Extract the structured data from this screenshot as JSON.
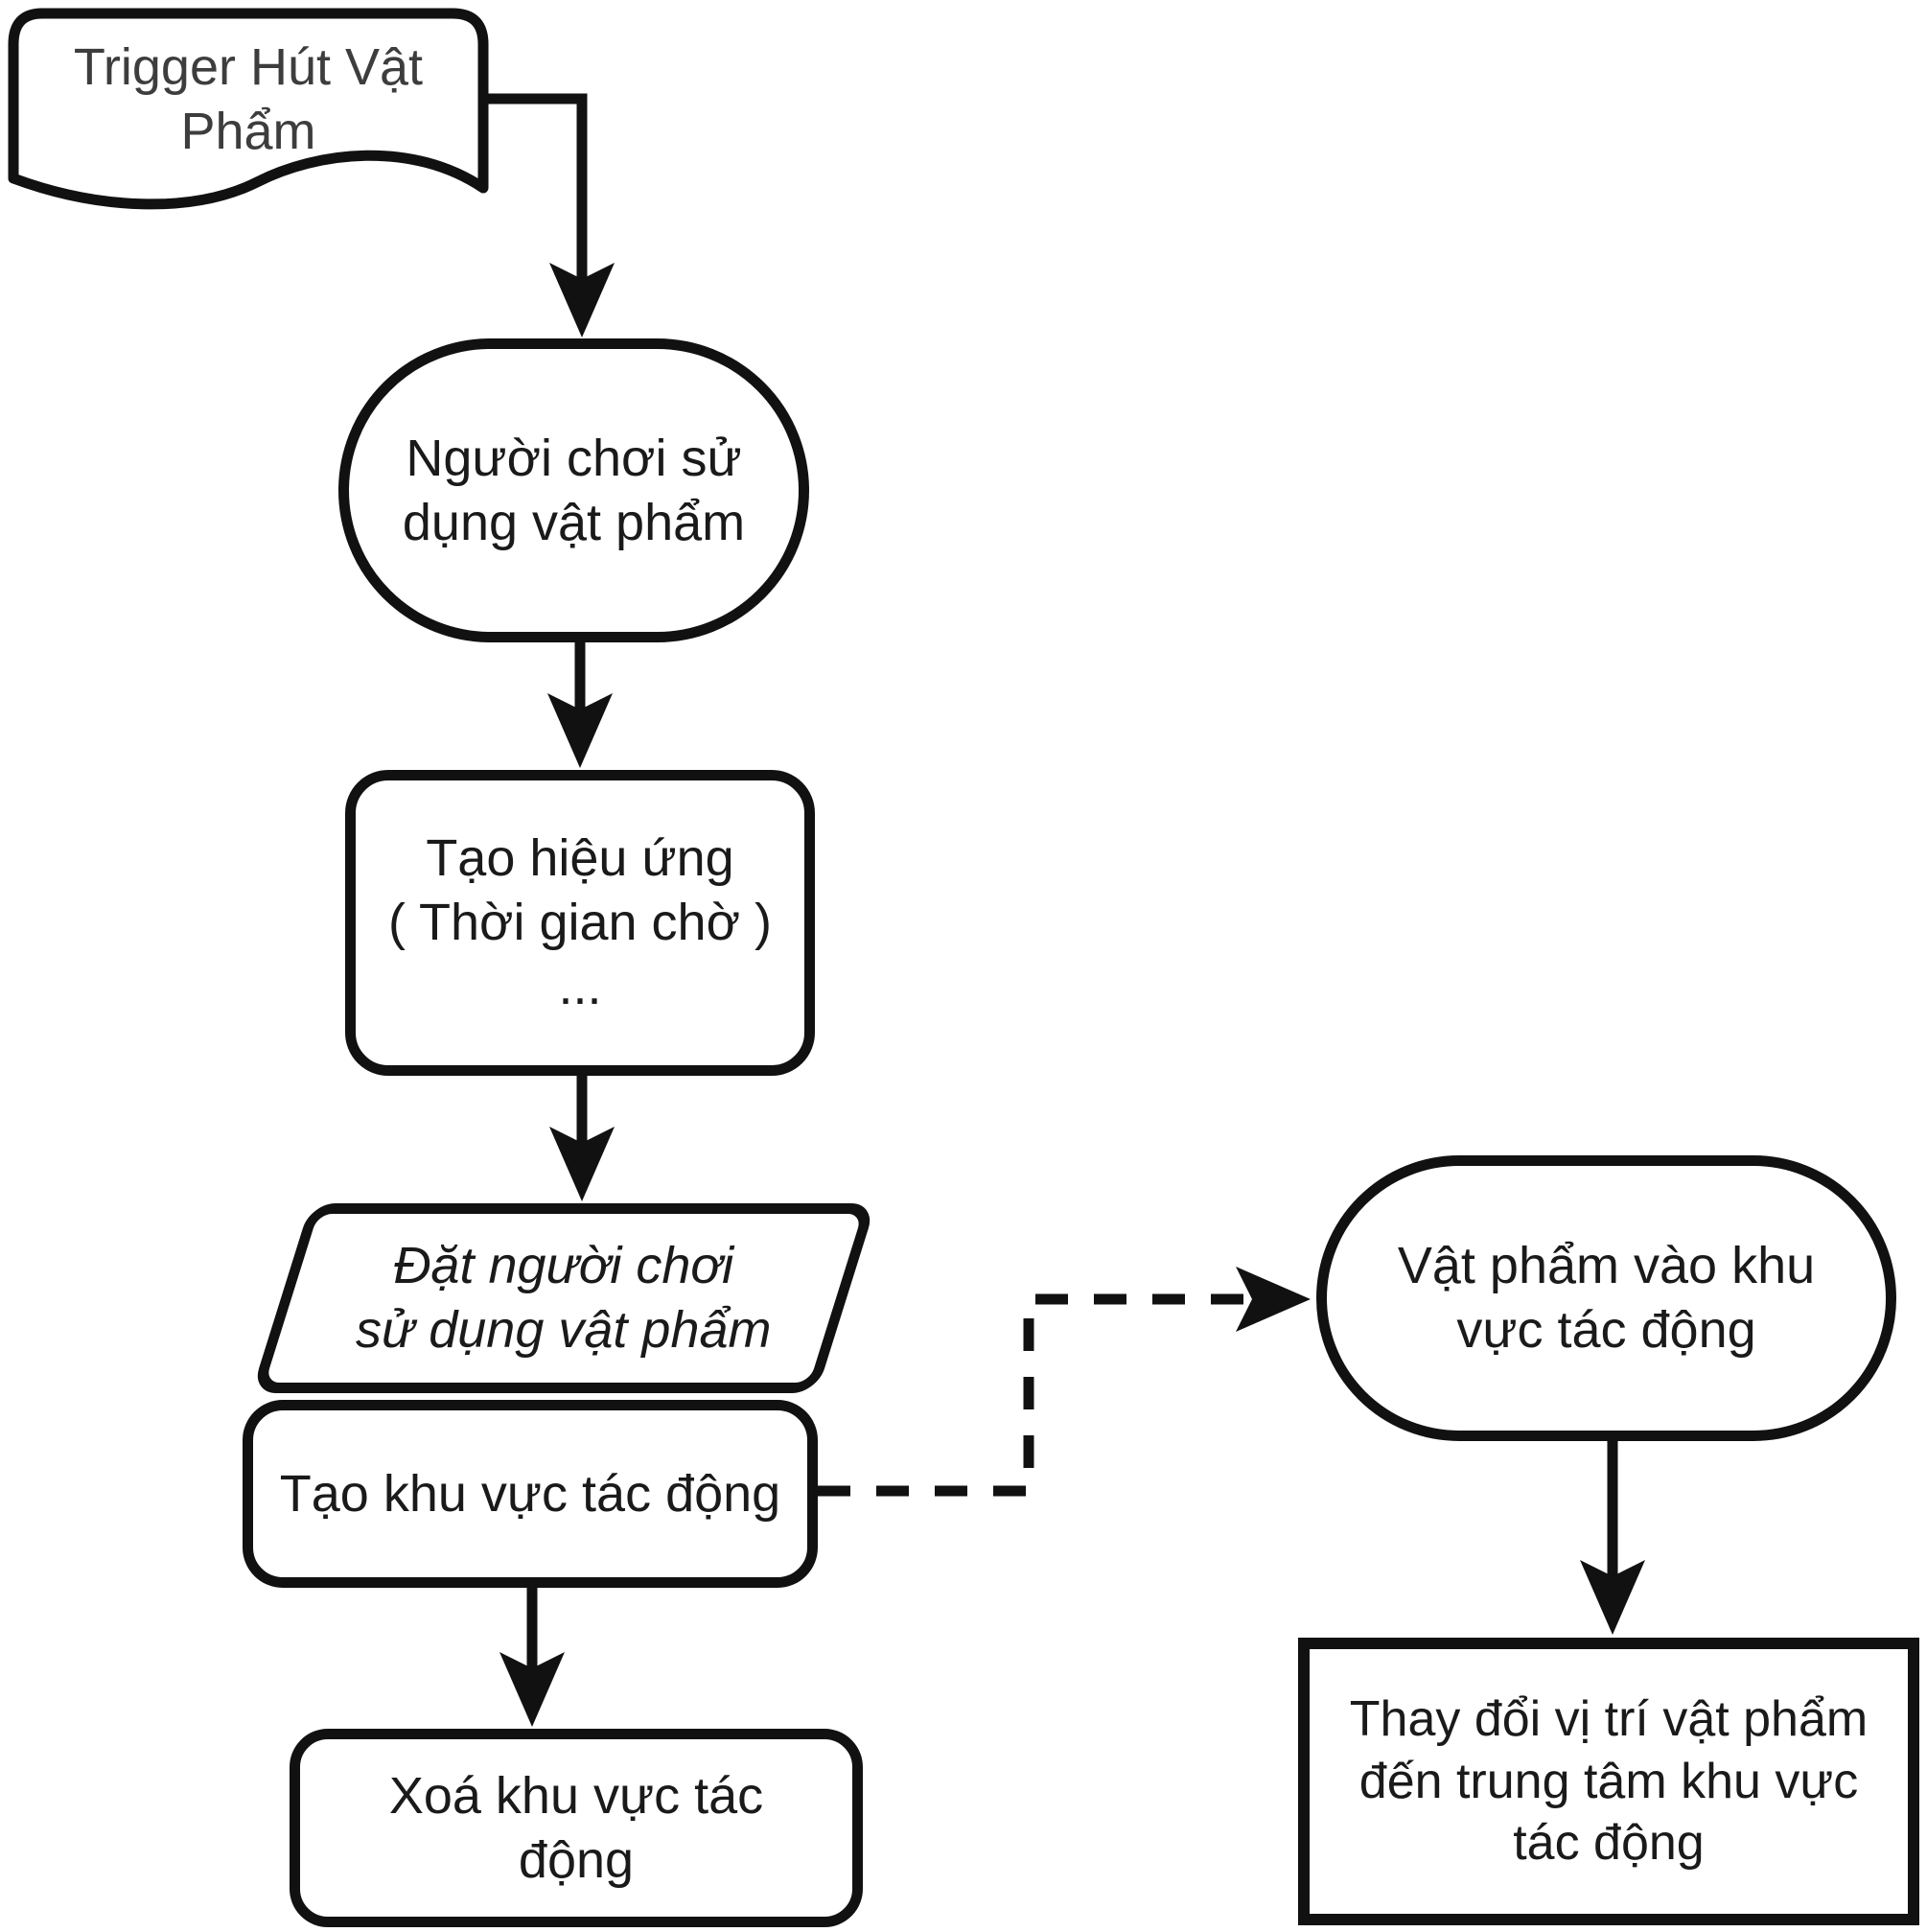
{
  "diagram": {
    "type": "flowchart",
    "colors": {
      "background": "#ffffff",
      "stroke": "#111111",
      "text": "#1a1a1a",
      "document_text": "#3d3d3d"
    },
    "nodes": {
      "trigger": {
        "shape": "document",
        "label": "Trigger Hút Vật\nPhẩm"
      },
      "use_item": {
        "shape": "terminator",
        "label": "Người chơi sử\ndụng vật phẩm"
      },
      "effect": {
        "shape": "process",
        "label": "Tạo hiệu ứng\n( Thời gian chờ )\n..."
      },
      "set_player": {
        "shape": "data-parallelogram",
        "label": "Đặt người chơi\nsử dụng vật phẩm"
      },
      "create_zone": {
        "shape": "process",
        "label": "Tạo khu vực tác động"
      },
      "delete_zone": {
        "shape": "process",
        "label": "Xoá khu vực tác\nđộng"
      },
      "item_enter": {
        "shape": "terminator",
        "label": "Vật phẩm vào khu\nvực tác động"
      },
      "move_item": {
        "shape": "rectangle",
        "label": "Thay đổi vị trí vật phẩm\nđến trung tâm khu vực\ntác động"
      }
    },
    "edges": [
      {
        "from": "trigger",
        "to": "use_item",
        "style": "solid-elbow-arrow"
      },
      {
        "from": "use_item",
        "to": "effect",
        "style": "solid-arrow"
      },
      {
        "from": "effect",
        "to": "set_player",
        "style": "solid-arrow"
      },
      {
        "from": "create_zone",
        "to": "delete_zone",
        "style": "solid-arrow"
      },
      {
        "from": "create_zone",
        "to": "item_enter",
        "style": "dashed-elbow-arrow"
      },
      {
        "from": "item_enter",
        "to": "move_item",
        "style": "solid-arrow"
      }
    ]
  }
}
